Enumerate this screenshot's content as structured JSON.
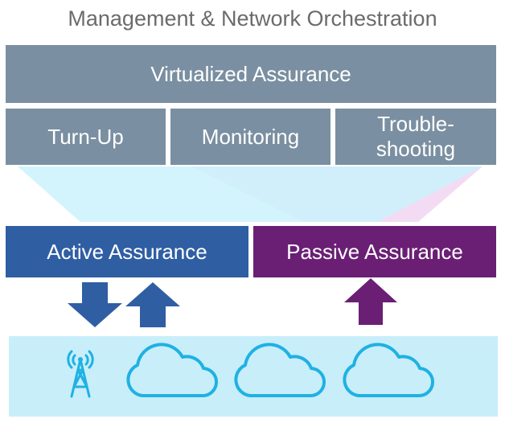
{
  "header": {
    "title": "Management & Network Orchestration"
  },
  "assurance": {
    "virtualized": "Virtualized Assurance",
    "functions": [
      {
        "label": "Turn-Up"
      },
      {
        "label": "Monitoring"
      },
      {
        "label": "Trouble-shooting",
        "line1": "Trouble-",
        "line2": "shooting"
      }
    ],
    "active": "Active Assurance",
    "passive": "Passive Assurance"
  },
  "colors": {
    "gray": "#7a8fa1",
    "active": "#2f5ea3",
    "passive": "#6a1f74",
    "network_bg": "#c8eefa",
    "icon": "#1fb1e3",
    "funnel_cyan": "#c9f2fc",
    "funnel_pink": "#f3dcf3"
  },
  "icons": {
    "down_arrow": "arrow-down-icon",
    "up_arrow": "arrow-up-icon",
    "tower": "cell-tower-icon",
    "cloud": "cloud-icon"
  }
}
